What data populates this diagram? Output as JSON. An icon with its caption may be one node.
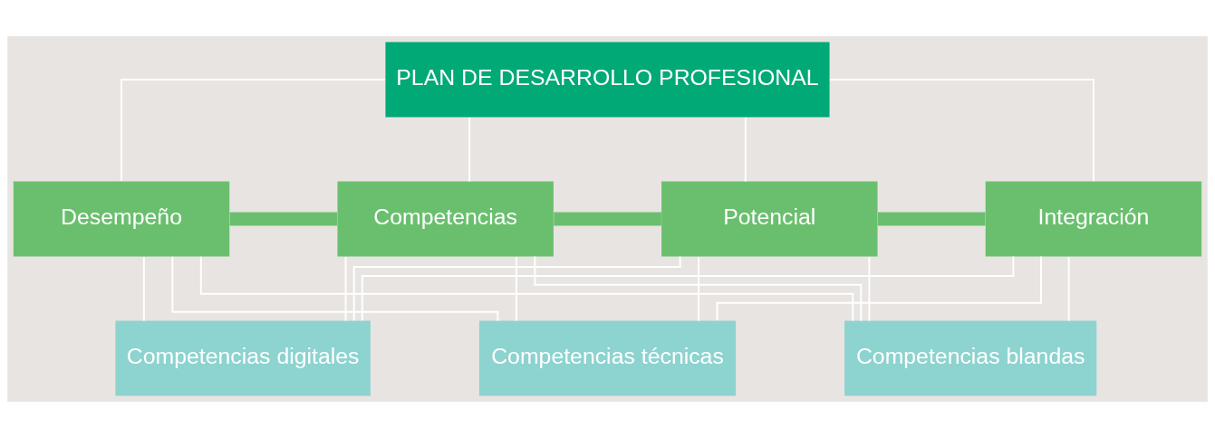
{
  "diagram": {
    "nodes": [
      {
        "text": [
          "PLAN DE DESARROLLO PROFESIONAL"
        ]
      },
      {
        "text": [
          "Desempeño"
        ]
      },
      {
        "text": [
          "Competencias"
        ]
      },
      {
        "text": [
          "Potencial"
        ]
      },
      {
        "text": [
          "Integración"
        ]
      },
      {
        "text": [
          "Competencias digitales"
        ]
      },
      {
        "text": [
          "Competencias técnicas"
        ]
      },
      {
        "text": [
          "Competencias blandas"
        ]
      }
    ],
    "edges": [
      {
        "from": 0,
        "to": 1,
        "arrow": "none"
      },
      {
        "from": 0,
        "to": 2,
        "arrow": "none"
      },
      {
        "from": 0,
        "to": 3,
        "arrow": "none"
      },
      {
        "from": 0,
        "to": 4,
        "arrow": "none"
      },
      {
        "from": 1,
        "to": 2,
        "arrow": "none",
        "style": "thick",
        "color": "#6abf6e"
      },
      {
        "from": 2,
        "to": 3,
        "arrow": "none",
        "style": "thick",
        "color": "#6abf6e"
      },
      {
        "from": 3,
        "to": 4,
        "arrow": "none",
        "style": "thick",
        "color": "#6abf6e"
      },
      {
        "from": 1,
        "to": 5,
        "arrow": "none"
      },
      {
        "from": 1,
        "to": 6,
        "arrow": "none"
      },
      {
        "from": 1,
        "to": 7,
        "arrow": "none"
      },
      {
        "from": 2,
        "to": 5,
        "arrow": "none"
      },
      {
        "from": 2,
        "to": 6,
        "arrow": "none"
      },
      {
        "from": 2,
        "to": 7,
        "arrow": "none"
      },
      {
        "from": 3,
        "to": 5,
        "arrow": "none"
      },
      {
        "from": 3,
        "to": 6,
        "arrow": "none"
      },
      {
        "from": 3,
        "to": 7,
        "arrow": "none"
      },
      {
        "from": 4,
        "to": 5,
        "arrow": "none"
      },
      {
        "from": 4,
        "to": 6,
        "arrow": "none"
      },
      {
        "from": 4,
        "to": 7,
        "arrow": "none"
      }
    ]
  }
}
